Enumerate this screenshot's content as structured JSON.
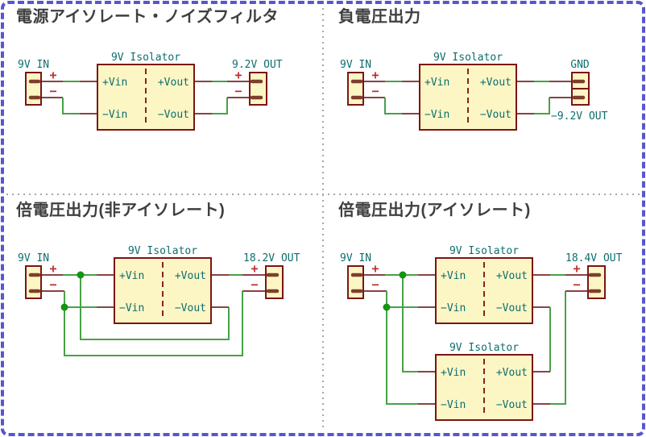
{
  "sheet": {
    "background": "#ffffff",
    "frame_color": "#5656d0"
  },
  "shared": {
    "input_label": "9V IN",
    "isolator_name": "9V Isolator",
    "pin_vin_plus": "+Vin",
    "pin_vin_minus": "−Vin",
    "pin_vout_plus": "+Vout",
    "pin_vout_minus": "−Vout",
    "plus": "+",
    "minus": "−"
  },
  "panels": {
    "noise_filter": {
      "title": "電源アイソレート・ノイズフィルタ",
      "output_label": "9.2V OUT"
    },
    "negative_output": {
      "title": "負電圧出力",
      "output_gnd_label": "GND",
      "output_neg_label": "−9.2V OUT"
    },
    "doubler_non_isolated": {
      "title": "倍電圧出力(非アイソレート)",
      "output_label": "18.2V OUT"
    },
    "doubler_isolated": {
      "title": "倍電圧出力(アイソレート)",
      "output_label": "18.4V OUT"
    }
  },
  "colors": {
    "wire_green": "#47a247",
    "pin_lead_red": "#8a4343",
    "symbol_fill": "#fcf6c5",
    "symbol_border": "#7c1414",
    "label_teal": "#0d6e6e",
    "polarity_red": "#bf2e2e",
    "junction_green": "#149414",
    "title_gray": "#3f3f3f",
    "separator_gray": "#a7a7a7"
  }
}
